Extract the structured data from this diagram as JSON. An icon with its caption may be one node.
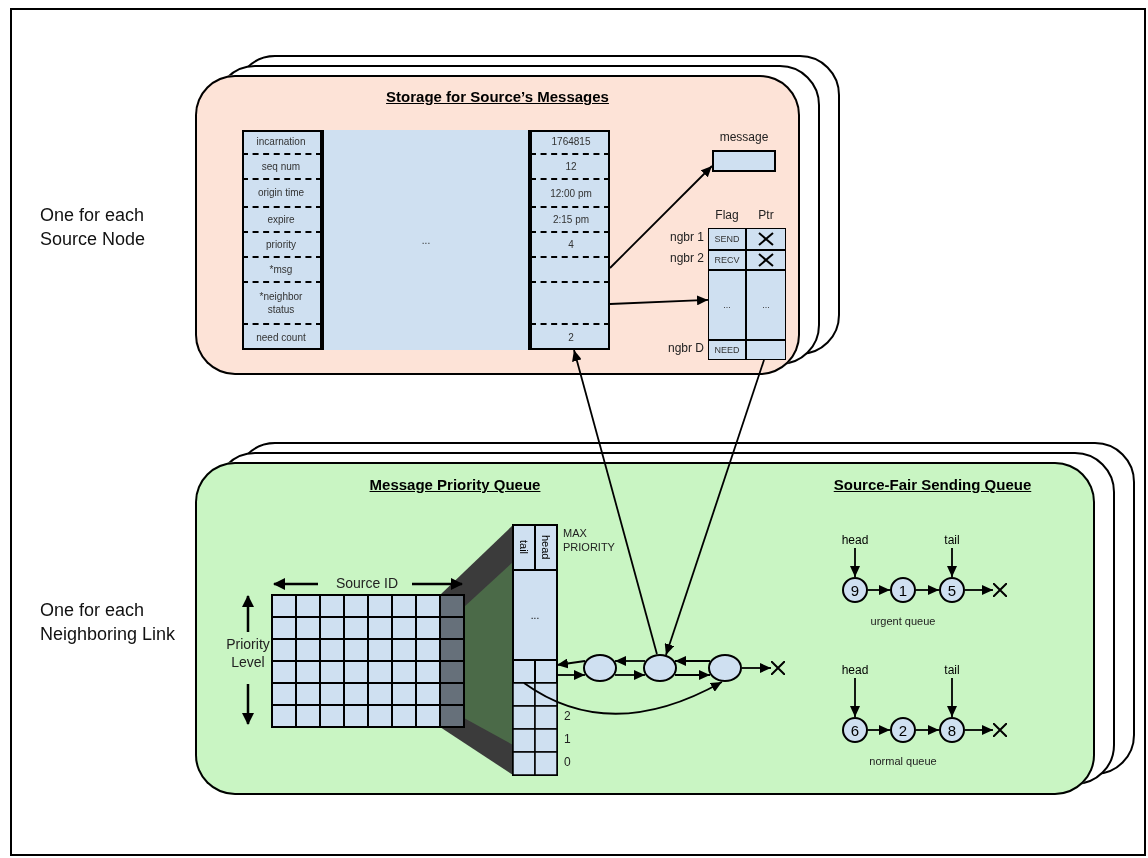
{
  "diagram": {
    "nodes": [
      {
        "text": [
          "Storage for Source’s Messages"
        ],
        "beside": [
          "One for each Source Node"
        ]
      },
      {
        "text": [],
        "shape": "box",
        "in": 0
      },
      {
        "text": [
          "incarnation"
        ],
        "in": 1
      },
      {
        "text": [
          "1764815"
        ],
        "in": 1
      },
      {
        "text": [
          "seq num"
        ],
        "in": 1
      },
      {
        "text": [
          "12"
        ],
        "in": 1
      },
      {
        "text": [
          "origin time"
        ],
        "in": 1
      },
      {
        "text": [
          "12:00 pm"
        ],
        "in": 1
      },
      {
        "text": [
          "expire"
        ],
        "in": 1
      },
      {
        "text": [
          "2:15 pm"
        ],
        "in": 1
      },
      {
        "text": [
          "priority"
        ],
        "in": 1
      },
      {
        "text": [
          "4"
        ],
        "in": 1
      },
      {
        "text": [
          "*msg"
        ],
        "in": 1
      },
      {
        "text": [],
        "shape": "box",
        "in": 1
      },
      {
        "text": [
          "*neighbor status"
        ],
        "in": 1
      },
      {
        "text": [],
        "shape": "box",
        "in": 1
      },
      {
        "text": [
          "need count"
        ],
        "in": 1
      },
      {
        "text": [
          "2"
        ],
        "in": 1
      },
      {
        "text": [
          "..."
        ],
        "in": 1
      },
      {
        "text": [
          "message"
        ],
        "in": 0
      },
      {
        "text": [],
        "shape": "box",
        "in": 0
      },
      {
        "text": [
          "SEND"
        ],
        "in": 20
      },
      {
        "text": [],
        "shape": "box",
        "in": 20
      },
      {
        "text": [
          "RECV"
        ],
        "in": 20
      },
      {
        "text": [],
        "shape": "box",
        "in": 20
      },
      {
        "text": [
          "..."
        ],
        "in": 20
      },
      {
        "text": [
          "..."
        ],
        "in": 20
      },
      {
        "text": [
          "NEED"
        ],
        "in": 20
      },
      {
        "text": [],
        "shape": "box",
        "in": 20
      },
      {
        "text": [
          "Message Priority Queue",
          "Source-Fair Sending Queue"
        ],
        "beside": [
          "One for each Neighboring Link"
        ]
      },
      {
        "text": [
          "tail"
        ],
        "in": 29
      },
      {
        "text": [
          "head"
        ],
        "in": 29
      },
      {
        "text": [
          "..."
        ],
        "in": 29
      },
      {
        "text": [],
        "shape": "box",
        "in": 29
      },
      {
        "text": [],
        "shape": "box",
        "in": 29
      },
      {
        "text": [],
        "shape": "circle",
        "in": 29
      },
      {
        "text": [],
        "shape": "circle",
        "in": 29
      },
      {
        "text": [],
        "shape": "circle",
        "in": 29
      },
      {
        "text": [
          "head"
        ],
        "in": 29
      },
      {
        "text": [
          "tail"
        ],
        "in": 29
      },
      {
        "text": [
          "9"
        ],
        "in": 29
      },
      {
        "text": [
          "1"
        ],
        "in": 29
      },
      {
        "text": [
          "5"
        ],
        "in": 29
      },
      {
        "text": [
          "head"
        ],
        "in": 29
      },
      {
        "text": [
          "tail"
        ],
        "in": 29
      },
      {
        "text": [
          "6"
        ],
        "in": 29
      },
      {
        "text": [
          "2"
        ],
        "in": 29
      },
      {
        "text": [
          "8"
        ],
        "in": 29
      },
      {
        "text": [],
        "shape": "cross",
        "in": 29
      },
      {
        "text": [],
        "shape": "cross",
        "in": 29
      },
      {
        "text": [],
        "shape": "cross",
        "in": 29
      }
    ],
    "edges": [
      {
        "from": 13,
        "to": 19,
        "arrow": "to"
      },
      {
        "from": 15,
        "to": 20,
        "arrow": "to"
      },
      {
        "from": 28,
        "to": 36,
        "arrow": "to"
      },
      {
        "from": 36,
        "to": 17,
        "arrow": "to"
      },
      {
        "from": 34,
        "to": 35,
        "arrow": "to"
      },
      {
        "from": 35,
        "to": 36,
        "arrow": "to"
      },
      {
        "from": 36,
        "to": 37,
        "arrow": "to"
      },
      {
        "from": 37,
        "to": 48,
        "arrow": "to"
      },
      {
        "from": 36,
        "to": 35,
        "arrow": "to"
      },
      {
        "from": 37,
        "to": 36,
        "arrow": "to"
      },
      {
        "from": 35,
        "to": 34,
        "arrow": "to"
      },
      {
        "from": 33,
        "to": 37,
        "arrow": "to"
      },
      {
        "from": 38,
        "to": 40,
        "arrow": "to"
      },
      {
        "from": 39,
        "to": 42,
        "arrow": "to"
      },
      {
        "from": 40,
        "to": 41,
        "arrow": "to"
      },
      {
        "from": 41,
        "to": 42,
        "arrow": "to"
      },
      {
        "from": 42,
        "to": 49,
        "arrow": "to"
      },
      {
        "from": 43,
        "to": 45,
        "arrow": "to"
      },
      {
        "from": 44,
        "to": 47,
        "arrow": "to"
      },
      {
        "from": 45,
        "to": 46,
        "arrow": "to"
      },
      {
        "from": 46,
        "to": 47,
        "arrow": "to"
      },
      {
        "from": 47,
        "to": 50,
        "arrow": "to"
      }
    ],
    "labels": [
      "Flag",
      "Ptr",
      "ngbr 1",
      "ngbr 2",
      "ngbr D",
      "Source ID",
      "MAX PRIORITY",
      "Priority Level",
      "2",
      "1",
      "0",
      "urgent queue",
      "normal queue"
    ]
  }
}
